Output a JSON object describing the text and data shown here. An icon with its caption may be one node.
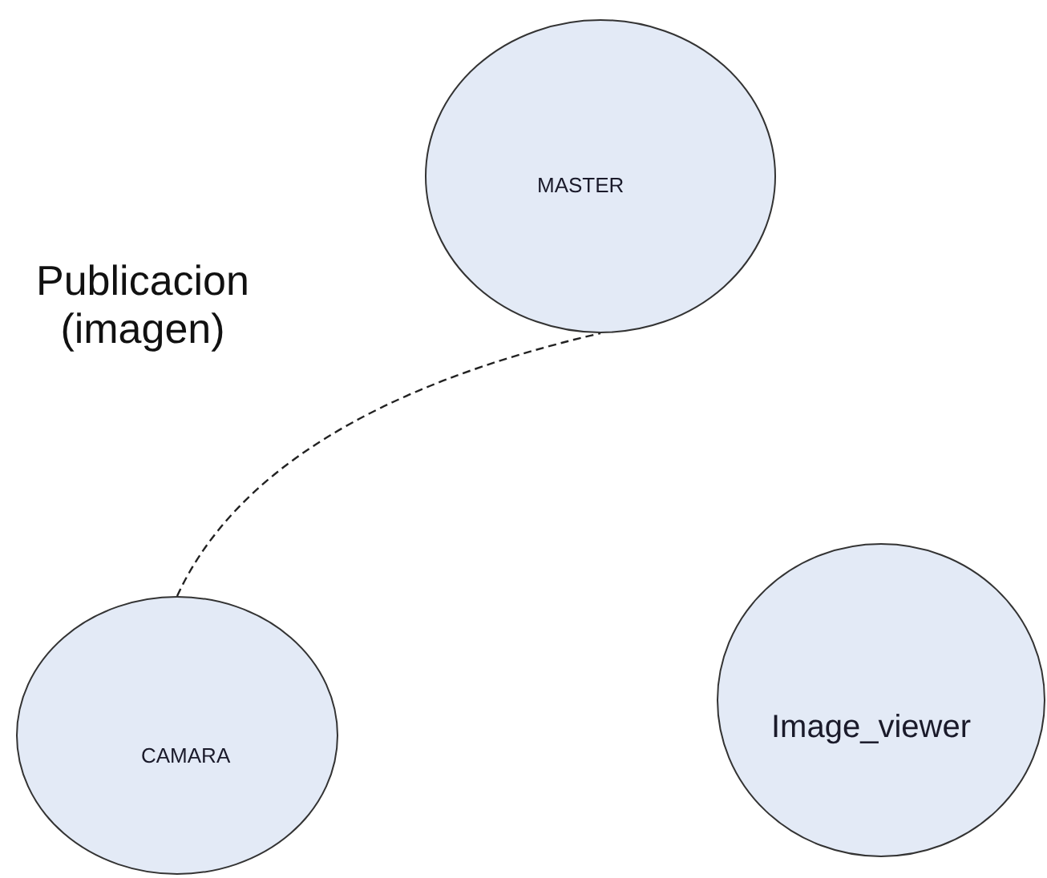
{
  "diagram": {
    "nodes": [
      {
        "text": [
          "MASTER"
        ]
      },
      {
        "text": [
          "CAMARA"
        ]
      },
      {
        "text": [
          "Image_viewer"
        ]
      }
    ],
    "edges": [
      {
        "from": 1,
        "to": 0,
        "arrow": "none",
        "style": "dashed",
        "label": "Publicacion (imagen)"
      }
    ]
  }
}
